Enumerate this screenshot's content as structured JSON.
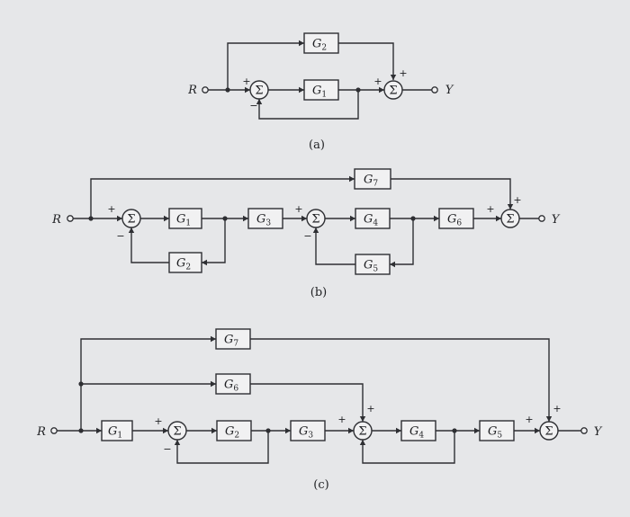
{
  "diagrams": {
    "a": {
      "caption": "(a)",
      "input": "R",
      "output": "Y",
      "blocks": [
        {
          "name": "G",
          "sub": "2"
        },
        {
          "name": "G",
          "sub": "1"
        }
      ],
      "sums": [
        "Σ",
        "Σ"
      ],
      "signs": [
        "+",
        "−",
        "+",
        "+"
      ]
    },
    "b": {
      "caption": "(b)",
      "input": "R",
      "output": "Y",
      "blocks": [
        {
          "name": "G",
          "sub": "7"
        },
        {
          "name": "G",
          "sub": "1"
        },
        {
          "name": "G",
          "sub": "2"
        },
        {
          "name": "G",
          "sub": "3"
        },
        {
          "name": "G",
          "sub": "4"
        },
        {
          "name": "G",
          "sub": "5"
        },
        {
          "name": "G",
          "sub": "6"
        }
      ],
      "sums": [
        "Σ",
        "Σ",
        "Σ"
      ],
      "signs": [
        "+",
        "−",
        "+",
        "−",
        "+",
        "+"
      ]
    },
    "c": {
      "caption": "(c)",
      "input": "R",
      "output": "Y",
      "blocks": [
        {
          "name": "G",
          "sub": "7"
        },
        {
          "name": "G",
          "sub": "6"
        },
        {
          "name": "G",
          "sub": "1"
        },
        {
          "name": "G",
          "sub": "2"
        },
        {
          "name": "G",
          "sub": "3"
        },
        {
          "name": "G",
          "sub": "4"
        },
        {
          "name": "G",
          "sub": "5"
        }
      ],
      "sums": [
        "Σ",
        "Σ",
        "Σ"
      ],
      "signs": [
        "+",
        "−",
        "+",
        "+",
        "+",
        "+"
      ]
    }
  }
}
